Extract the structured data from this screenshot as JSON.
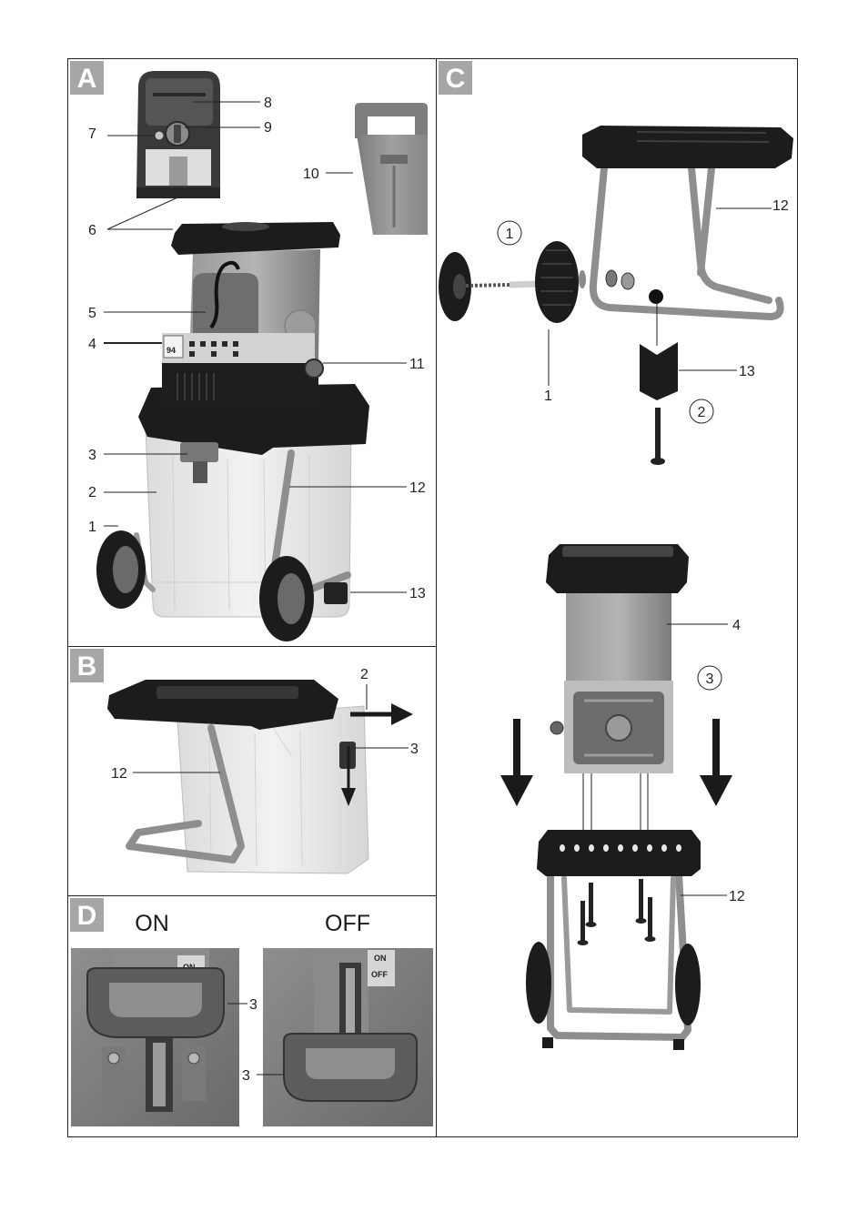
{
  "panels": {
    "a": {
      "letter": "A",
      "callouts": [
        "8",
        "7",
        "9",
        "10",
        "6",
        "5",
        "4",
        "11",
        "3",
        "2",
        "12",
        "1",
        "13"
      ],
      "noise_badge": "94"
    },
    "b": {
      "letter": "B",
      "callouts": [
        "2",
        "3",
        "12"
      ]
    },
    "c": {
      "letter": "C",
      "callouts": [
        "12",
        "1",
        "13",
        "4",
        "12"
      ],
      "steps": [
        "1",
        "2",
        "3"
      ]
    },
    "d": {
      "letter": "D",
      "states": [
        "ON",
        "OFF"
      ],
      "callouts": [
        "3",
        "3"
      ],
      "switch_plate_on": [
        "ON"
      ],
      "switch_plate_off": [
        "ON",
        "OFF"
      ]
    }
  },
  "colors": {
    "panel_letter_bg": "#a6a6a6",
    "panel_letter_fg": "#ffffff",
    "line": "#222222",
    "plastic_black": "#1c1c1c",
    "housing_gray": "#8c8c8c"
  }
}
